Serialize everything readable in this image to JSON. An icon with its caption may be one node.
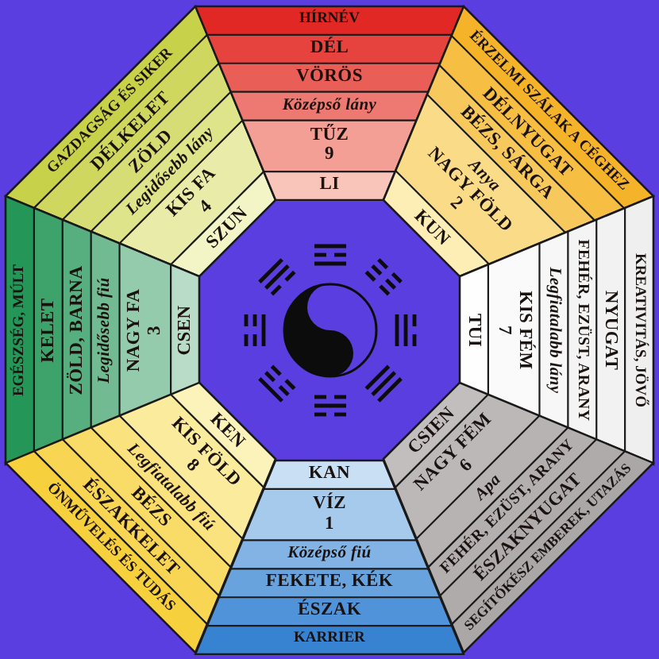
{
  "diagram": {
    "nodes": [
      {
        "text": [
          "GAZDAGSÁG ÉS SIKER",
          "DÉLKELET",
          "ZÖLD",
          "Legidősebb lány",
          "KIS FA",
          "4",
          "SZUN"
        ]
      },
      {
        "text": [
          "HÍRNÉV",
          "DÉL",
          "VÖRÖS",
          "Középső lány",
          "TŰZ",
          "9",
          "LI"
        ]
      },
      {
        "text": [
          "ÉRZELMI SZÁLAK A CÉGHEZ",
          "DÉLNYUGAT",
          "BÉZS, SÁRGA",
          "Anya",
          "NAGY FÖLD",
          "2",
          "KUN"
        ]
      },
      {
        "text": [
          "EGÉSZSÉG, MÚLT",
          "KELET",
          "ZÖLD, BARNA",
          "Legidősebb fiú",
          "NAGY FA",
          "3",
          "CSEN"
        ]
      },
      {
        "text": [
          "KREATIVITÁS, JÖVŐ",
          "NYUGAT",
          "FEHÉR, EZÜST, ARANY",
          "Legfiatalabb lány",
          "KIS FÉM",
          "7",
          "TUI"
        ]
      },
      {
        "text": [
          "KEN",
          "KIS FÖLD",
          "8",
          "Legfiatalabb fiú",
          "BÉZS",
          "ÉSZAKKELET",
          "ÖNMŰVELÉS ÉS TUDÁS"
        ]
      },
      {
        "text": [
          "KAN",
          "VÍZ",
          "1",
          "Középső fiú",
          "FEKETE, KÉK",
          "ÉSZAK",
          "KARRIER"
        ]
      },
      {
        "text": [
          "CSIEN",
          "NAGY FÉM",
          "6",
          "Apa",
          "FEHÉR, EZÜST, ARANY",
          "ÉSZAKNYUGAT",
          "SEGÍTŐKÉSZ EMBEREK, UTAZÁS"
        ]
      }
    ]
  }
}
